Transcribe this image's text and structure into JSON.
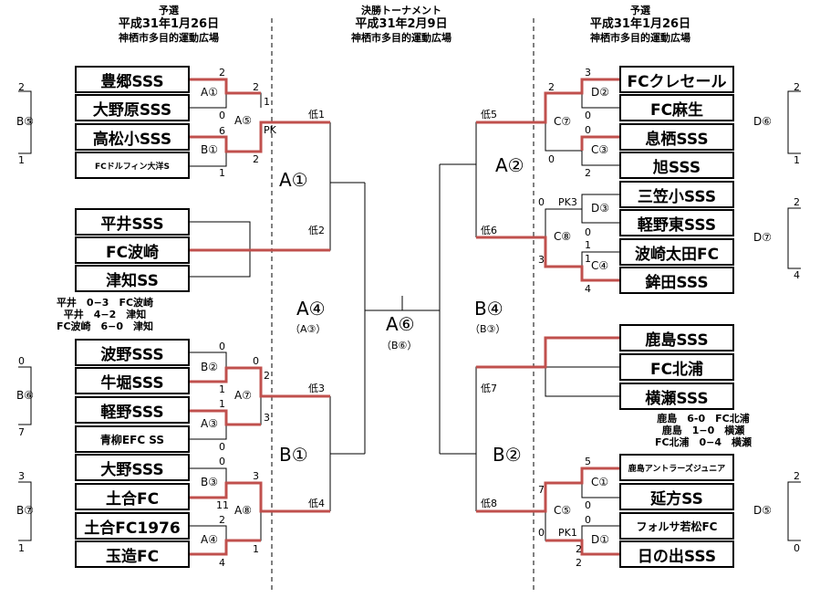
{
  "header_left": {
    "line1": "予選",
    "line2": "平成31年1月26日",
    "line3": "神栖市多目的運動広場"
  },
  "header_center": {
    "line1": "決勝トーナメント",
    "line2": "平成31年2月9日",
    "line3": "神栖市多目的運動広場"
  },
  "header_right": {
    "line1": "予選",
    "line2": "平成31年1月26日",
    "line3": "神栖市多目的運動広場"
  },
  "teams_left": [
    "豊郷SSS",
    "大野原SSS",
    "高松小SSS",
    "FCドルフィン大洋S",
    "平井SSS",
    "FC波崎",
    "津知SS",
    "波野SSS",
    "牛堀SSS",
    "軽野SSS",
    "青柳EFC SS",
    "大野SSS",
    "土合FC",
    "土合FC1976",
    "玉造FC"
  ],
  "teams_right": [
    "FCクレセール",
    "FC麻生",
    "息栖SSS",
    "旭SSS",
    "三笠小SSS",
    "軽野東SSS",
    "波崎太田FC",
    "鉾田SSS",
    "鹿島SSS",
    "FC北浦",
    "横瀬SSS",
    "鹿島アントラーズジュニア",
    "延方SS",
    "フォルサ若松FC",
    "日の出SSS"
  ],
  "nodes": {
    "A1": "A①",
    "B1": "B①",
    "A5": "A⑤",
    "B2": "B②",
    "A3": "A③",
    "A7": "A⑦",
    "B3": "B③",
    "A4": "A④",
    "A8": "A⑧",
    "D2": "D②",
    "C3": "C③",
    "C7": "C⑦",
    "D3": "D③",
    "C4": "C④",
    "C8": "C⑧",
    "C1": "C①",
    "C5": "C⑤",
    "D1": "D①"
  },
  "pk": {
    "left_top": "PK",
    "right_c8": "PK3",
    "right_c5": "PK1"
  },
  "low_labels": {
    "l1": "低1",
    "l2": "低2",
    "l3": "低3",
    "l4": "低4",
    "l5": "低5",
    "l6": "低6",
    "l7": "低7",
    "l8": "低8"
  },
  "big_labels": {
    "A1": "A①",
    "A4": "A④",
    "A4_sub": "（A③）",
    "A6": "A⑥",
    "A6_sub": "（B⑥）",
    "B4": "B④",
    "B4_sub": "（B③）",
    "B1": "B①",
    "A2": "A②",
    "B2": "B②"
  },
  "side_groups": {
    "B5": "B⑤",
    "B6": "B⑥",
    "B7": "B⑦",
    "D6": "D⑥",
    "D7": "D⑦",
    "D5": "D⑤"
  },
  "side_scores": {
    "b5_top": "2",
    "b5_bot": "1",
    "b6_top": "0",
    "b6_bot": "7",
    "b7_top": "3",
    "b7_bot": "1",
    "d6_top": "2",
    "d6_bot": "1",
    "d7_top": "2",
    "d7_bot": "4",
    "d5_top": "2",
    "d5_bot": "0"
  },
  "results_left": [
    "平井　0−3　FC波崎",
    "平井　4−2　津知",
    "FC波崎　6−0　津知"
  ],
  "results_right": [
    "鹿島　6-0　FC北浦",
    "鹿島　1−0　横瀬",
    "FC北浦　0−4　横瀬"
  ],
  "scores": {
    "s1": "2",
    "s2": "0",
    "s3": "6",
    "s4": "1",
    "s5": "1",
    "s6": "2",
    "s7": "2",
    "s8": "0",
    "s9": "1",
    "s10": "1",
    "s11": "0",
    "s12": "0",
    "s13": "2",
    "s14": "3",
    "s15": "3",
    "s16": "0",
    "s17": "11",
    "s18": "2",
    "s19": "4",
    "s20": "1",
    "r1": "3",
    "r2": "0",
    "r3": "0",
    "r4": "2",
    "r5": "2",
    "r6": "0",
    "r7": "0",
    "r8": "0",
    "r9": "1",
    "r10": "1",
    "r11": "3",
    "r12": "4",
    "r13": "5",
    "r14": "0",
    "r15": "7",
    "r16": "0",
    "r17": "2",
    "r18": "0",
    "r19": "2"
  },
  "colors": {
    "winner_line": "#c0504d",
    "line": "#000000"
  }
}
